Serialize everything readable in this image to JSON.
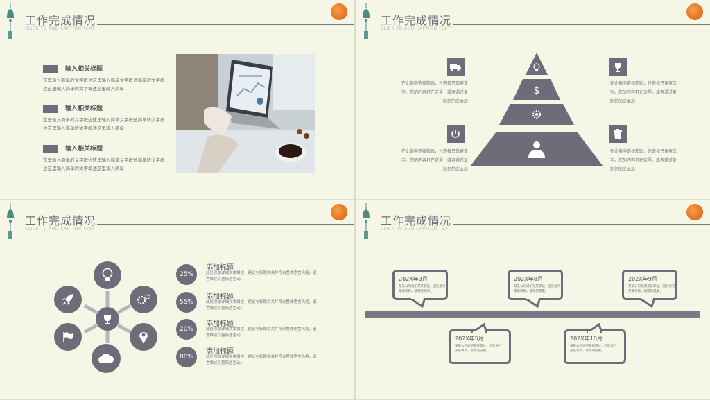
{
  "slide_title": "工作完成情况",
  "slide_subtitle": "CLICK TO ADD CAPTION TEXT",
  "slide1": {
    "items": [
      {
        "heading": "输入相关标题",
        "desc": "这里输入简单的文字概述这里输入简单文字概述简单的文字概述这里输入简单的文字概述这里输入简单"
      },
      {
        "heading": "输入相关标题",
        "desc": "这里输入简单的文字概述这里输入简单文字概述简单的文字概述这里输入简单的文字概述这里输入简单"
      },
      {
        "heading": "输入相关标题",
        "desc": "这里输入简单的文字概述这里输入简单文字概述简单的文字概述这里输入简单的文字概述这里输入简单"
      }
    ]
  },
  "slide2": {
    "texts": [
      "在此框中选择粘贴，并选择只保留文字。您的内容打在这里，或者通过复制您的文本后",
      "在此框中选择粘贴，并选择只保留文字。您的内容打在这里，或者通过复制您的文本后",
      "在此框中选择粘贴，并选择只保留文字。您的内容打在这里，或者通过复制您的文本后",
      "在此框中选择粘贴，并选择只保留文字。您的内容打在这里，或者通过复制您的文本后"
    ],
    "icons": [
      "truck-icon",
      "trophy-icon",
      "power-icon",
      "trash-icon"
    ],
    "pyramid_icons": [
      "lightbulb-icon",
      "dollar-icon",
      "gear-icon",
      "user-icon"
    ]
  },
  "slide3": {
    "items": [
      {
        "pct": "25%",
        "heading": "添加标题",
        "desc": "此处添加详细文本描述，建议与标题相关并符合整体语言风格，语言描述尽量简洁生动。"
      },
      {
        "pct": "55%",
        "heading": "添加标题",
        "desc": "此处添加详细文本描述，建议与标题相关并符合整体语言风格，语言描述尽量简洁生动。"
      },
      {
        "pct": "20%",
        "heading": "添加标题",
        "desc": "此处添加详细文本描述，建议与标题相关并符合整体语言风格，语言描述尽量简洁生动。"
      },
      {
        "pct": "80%",
        "heading": "添加标题",
        "desc": "此处添加详细文本描述，建议与标题相关并符合整体语言风格，语言描述尽量简洁生动。"
      }
    ]
  },
  "slide4": {
    "events": [
      {
        "date": "202X年3月",
        "desc": "某某公司组织某某职位，团队进行某某项目，取得的成果。"
      },
      {
        "date": "202X年8月",
        "desc": "某某公司组织某某职位，团队进行某某项目，取得的成果。"
      },
      {
        "date": "202X年9月",
        "desc": "某某公司组织某某职位，团队进行某某项目，取得的成果。"
      },
      {
        "date": "202X年5月",
        "desc": "某某公司组织某某职位，团队进行某某项目，取得的成果。"
      },
      {
        "date": "202X年10月",
        "desc": "某某公司组织某某职位，团队进行某某项目，取得的成果。"
      }
    ]
  },
  "colors": {
    "accent": "#6f6b78",
    "background": "#f6f6e6",
    "sun": "#e86b1f"
  }
}
